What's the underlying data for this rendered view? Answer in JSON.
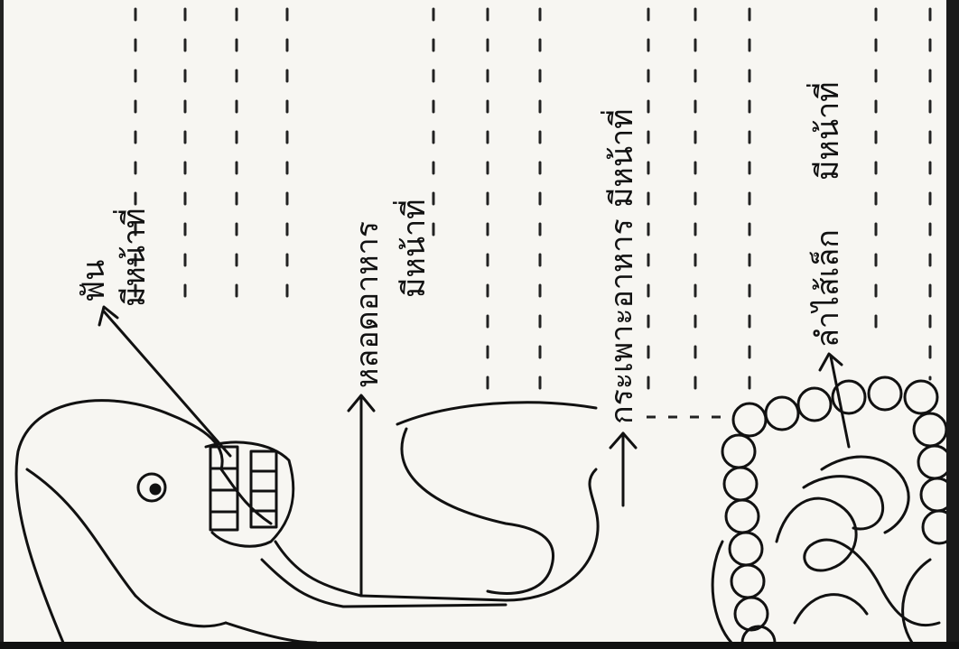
{
  "labels": {
    "teeth": {
      "name": "ฟัน",
      "function": "มีหน้าที่"
    },
    "esophagus": {
      "name": "หลอดอาหาร",
      "function": "มีหน้าที่"
    },
    "stomach": {
      "name": "กระเพาะอาหาร",
      "function": "มีหน้าที่"
    },
    "small_intestine": {
      "name": "ลำไส้เล็ก",
      "function": "มีหน้าที่"
    }
  },
  "colors": {
    "ink": "#111111",
    "paper": "#f7f6f2"
  }
}
